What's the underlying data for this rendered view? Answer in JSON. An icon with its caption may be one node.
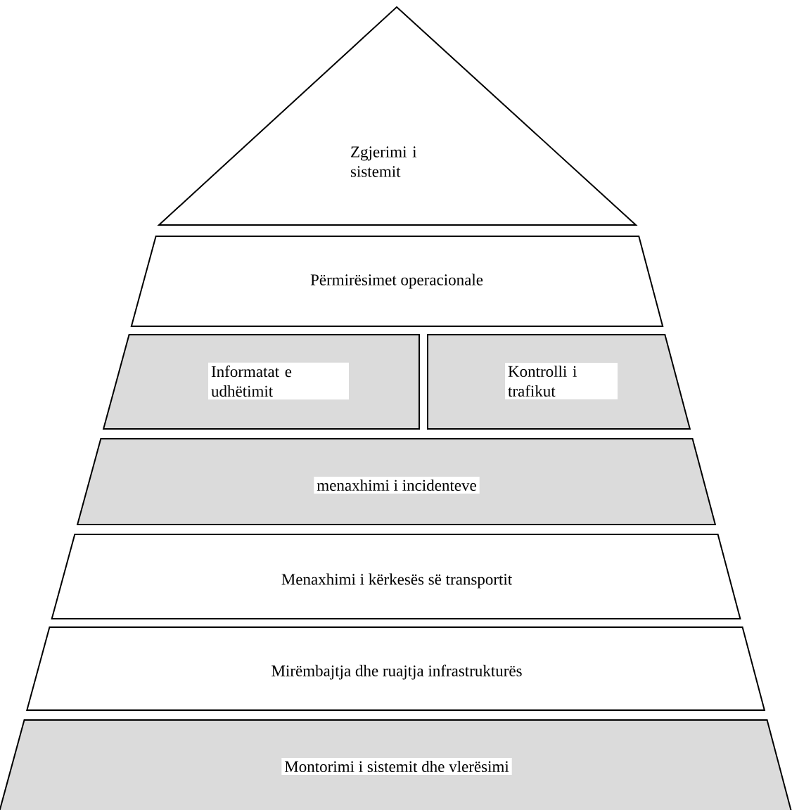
{
  "diagram": {
    "nodes": [
      {
        "text": [
          "Zgjerimi i sistemit"
        ]
      },
      {
        "text": [
          "Përmirësimet operacionale"
        ]
      },
      {
        "text": [
          "Informatat e udhëtimit"
        ]
      },
      {
        "text": [
          "Kontrolli i trafikut"
        ]
      },
      {
        "text": [
          "menaxhimi i incidenteve"
        ]
      },
      {
        "text": [
          "Menaxhimi i kërkesës së transportit"
        ]
      },
      {
        "text": [
          "Mirëmbajtja dhe ruajtja infrastrukturës"
        ]
      },
      {
        "text": [
          "Montorimi i sistemit dhe vlerësimi"
        ]
      }
    ]
  }
}
